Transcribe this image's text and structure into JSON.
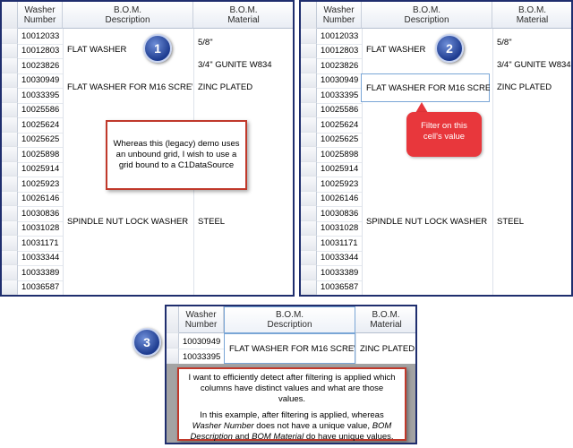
{
  "columns": {
    "washer": "Washer\nNumber",
    "washer_l1": "Washer",
    "washer_l2": "Number",
    "desc_l1": "B.O.M.",
    "desc_l2": "Description",
    "mat_l1": "B.O.M.",
    "mat_l2": "Material"
  },
  "rows": [
    {
      "washer": "10012033",
      "desc": "",
      "mat": ""
    },
    {
      "washer": "10012803",
      "desc": "",
      "mat": ""
    },
    {
      "washer": "10023826",
      "desc": "",
      "mat": ""
    },
    {
      "washer": "10030949",
      "desc": "",
      "mat": ""
    },
    {
      "washer": "10033395",
      "desc": "",
      "mat": ""
    },
    {
      "washer": "10025586",
      "desc": "",
      "mat": ""
    },
    {
      "washer": "10025624",
      "desc": "",
      "mat": ""
    },
    {
      "washer": "10025625",
      "desc": "",
      "mat": ""
    },
    {
      "washer": "10025898",
      "desc": "",
      "mat": ""
    },
    {
      "washer": "10025914",
      "desc": "",
      "mat": ""
    },
    {
      "washer": "10025923",
      "desc": "",
      "mat": ""
    },
    {
      "washer": "10026146",
      "desc": "",
      "mat": ""
    },
    {
      "washer": "10030836",
      "desc": "",
      "mat": ""
    },
    {
      "washer": "10031028",
      "desc": "",
      "mat": ""
    },
    {
      "washer": "10031171",
      "desc": "",
      "mat": ""
    },
    {
      "washer": "10033344",
      "desc": "",
      "mat": ""
    },
    {
      "washer": "10033389",
      "desc": "",
      "mat": ""
    },
    {
      "washer": "10036587",
      "desc": "",
      "mat": ""
    }
  ],
  "merged": {
    "flat_washer": "FLAT WASHER",
    "mat_58": "5/8\"",
    "mat_34": "3/4\"  GUNITE  W834",
    "flat_m16": "FLAT WASHER FOR M16 SCREW",
    "zinc": "ZINC PLATED",
    "spindle": "SPINDLE NUT LOCK WASHER",
    "steel": "STEEL"
  },
  "panel3_rows": [
    "10030949",
    "10033395"
  ],
  "badges": [
    "1",
    "2",
    "3"
  ],
  "notes": {
    "note1": "Whereas this (legacy) demo uses an unbound grid, I wish to use a grid bound to a C1DataSource",
    "callout2": "Filter on this cell's value",
    "note3_p1": "I want to efficiently detect after filtering is applied which columns have distinct values and what are those values.",
    "note3_p2_a": "In this example, after filtering is applied, whereas ",
    "note3_p2_b": "Washer Number",
    "note3_p2_c": " does not have a unique value, ",
    "note3_p2_d": "BOM Description",
    "note3_p2_e": " and ",
    "note3_p2_f": "BOM Material",
    "note3_p2_g": " do have unique values."
  },
  "colors": {
    "panel_border": "#1f2e6e",
    "note_border": "#c0392b",
    "callout_fill": "#e8373c",
    "focus_border": "#7aa6d6"
  }
}
